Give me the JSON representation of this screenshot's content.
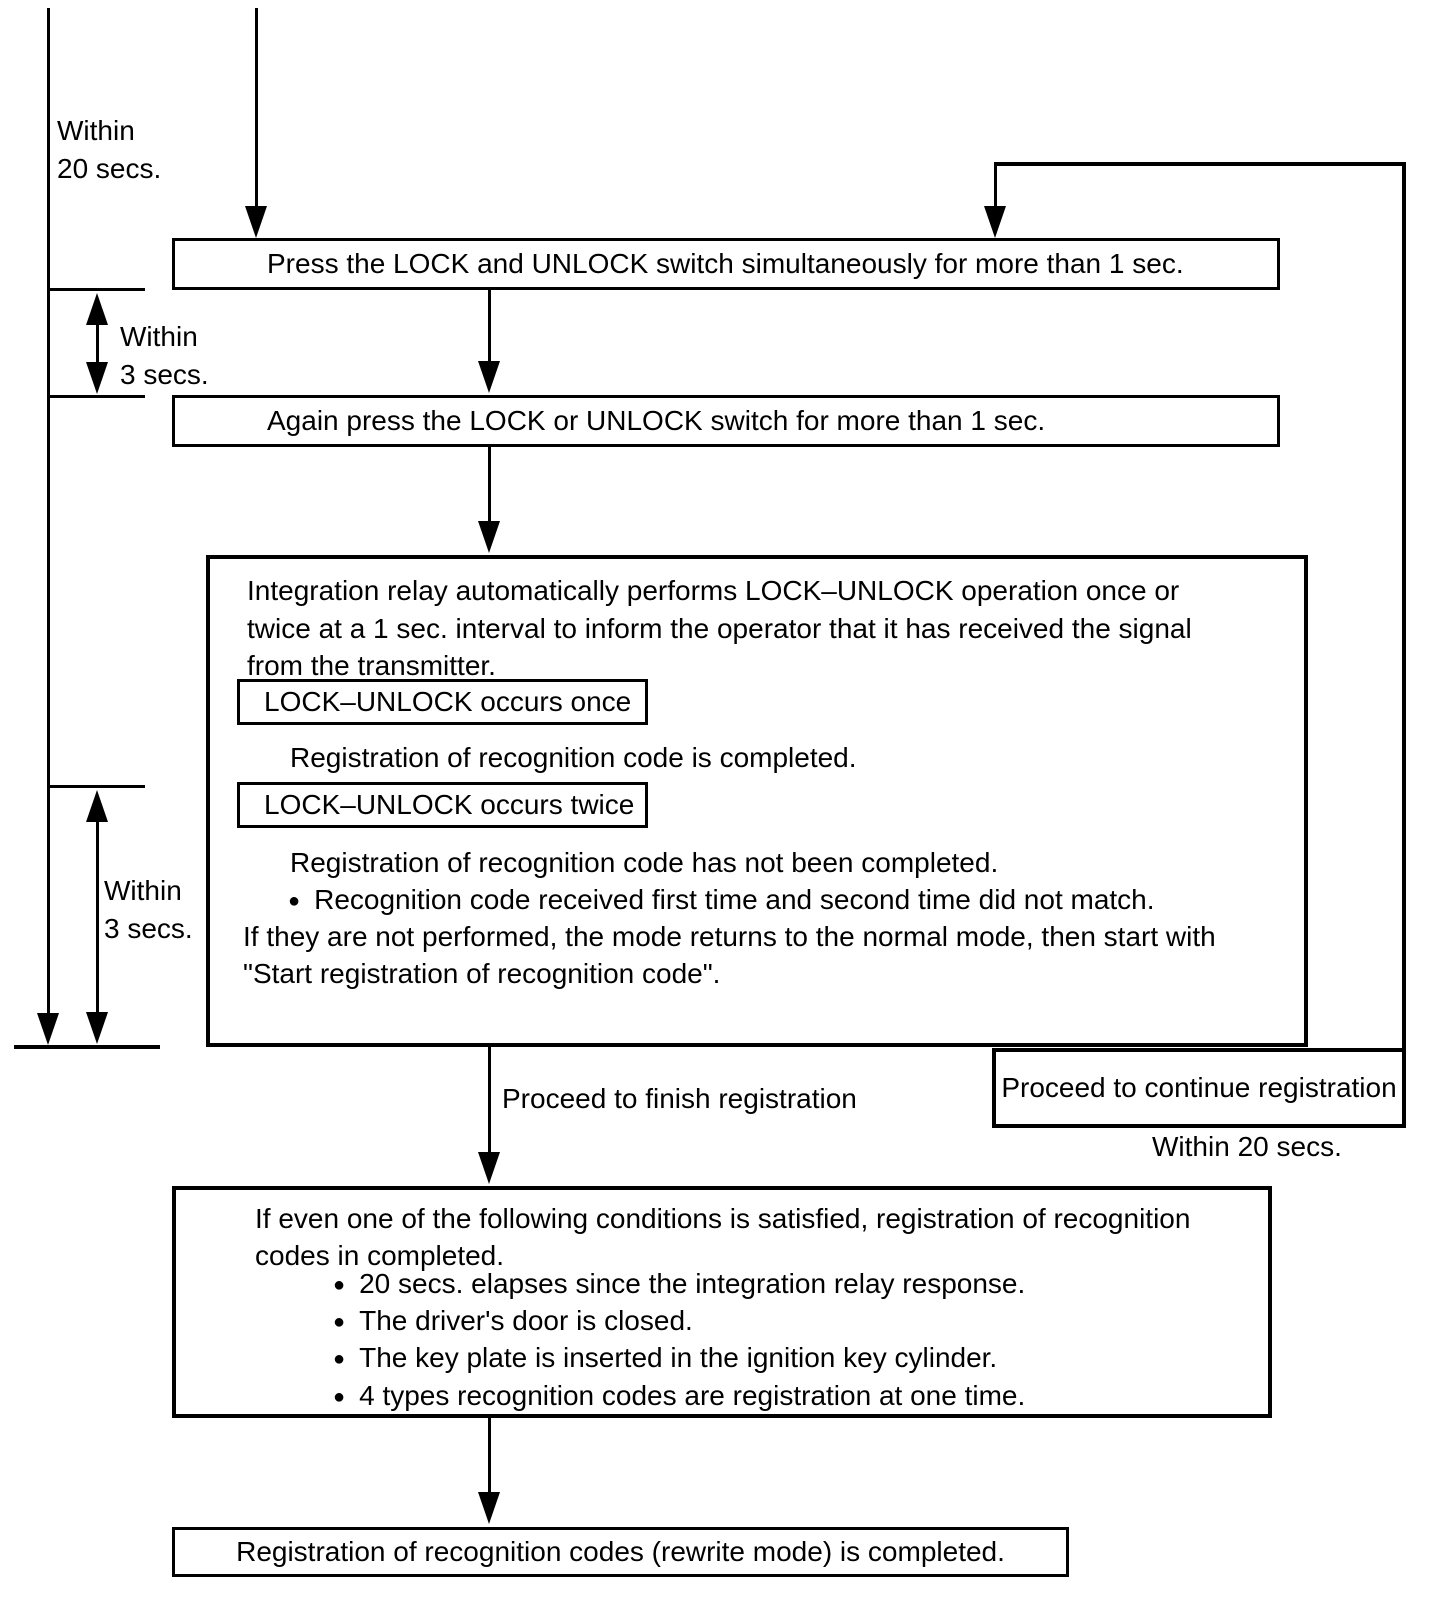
{
  "timing_labels": {
    "overall": {
      "line1": "Within",
      "line2": "20 secs."
    },
    "gap1": {
      "line1": "Within",
      "line2": "3 secs."
    },
    "gap2": {
      "line1": "Within",
      "line2": "3 secs."
    },
    "continue_loop": "Within 20 secs."
  },
  "steps": {
    "press_both": "Press the LOCK and UNLOCK switch simultaneously for more than 1 sec.",
    "press_again": "Again press the LOCK or UNLOCK switch for more than 1 sec.",
    "relay_response": {
      "line1": "Integration relay automatically performs LOCK–UNLOCK operation once or",
      "line2": "twice at a 1 sec. interval to inform the operator that it has received the signal",
      "line3": "from the transmitter.",
      "once_label": "LOCK–UNLOCK occurs once",
      "once_result": "Registration of recognition code is completed.",
      "twice_label": "LOCK–UNLOCK occurs twice",
      "twice_result": "Registration of recognition code has not been completed.",
      "twice_bullet": "Recognition code received first time and second time did not match.",
      "fallback_line1": "If they are not performed, the mode returns to the normal mode, then start with",
      "fallback_line2": "\"Start registration of recognition code\"."
    },
    "finish_conditions": {
      "line1": "If even one of the following conditions is satisfied, registration of recognition",
      "line2": "codes in completed.",
      "bullets": [
        "20 secs. elapses since the integration relay response.",
        "The driver's door is closed.",
        "The key plate is inserted in the ignition key cylinder.",
        "4 types recognition codes are registration at one time."
      ]
    },
    "completed": "Registration of recognition codes (rewrite mode) is completed."
  },
  "flow_labels": {
    "finish": "Proceed to finish registration",
    "continue": "Proceed to continue registration"
  },
  "glyphs": {
    "bullet": "●"
  },
  "colors": {
    "ink": "#000000",
    "paper": "#ffffff"
  }
}
